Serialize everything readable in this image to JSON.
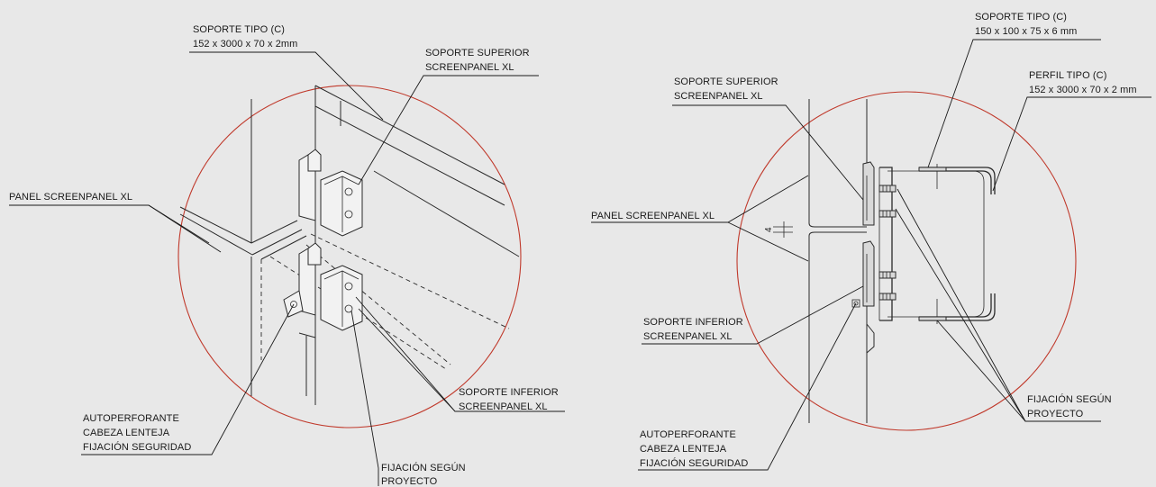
{
  "left_detail": {
    "labels": {
      "soporte_tipo_c_title": "SOPORTE TIPO (C)",
      "soporte_tipo_c_dims": "152 x 3000 x 70 x 2mm",
      "soporte_superior_1": "SOPORTE SUPERIOR",
      "soporte_superior_2": "SCREENPANEL XL",
      "panel": "PANEL SCREENPANEL XL",
      "soporte_inferior_1": "SOPORTE INFERIOR",
      "soporte_inferior_2": "SCREENPANEL XL",
      "autoperforante_1": "AUTOPERFORANTE",
      "autoperforante_2": "CABEZA LENTEJA",
      "autoperforante_3": "FIJACIÓN SEGURIDAD",
      "fijacion_1": "FIJACIÓN SEGÚN",
      "fijacion_2": "PROYECTO"
    }
  },
  "right_detail": {
    "labels": {
      "soporte_tipo_c_title": "SOPORTE TIPO (C)",
      "soporte_tipo_c_dims": "150 x 100 x 75 x 6 mm",
      "perfil_tipo_c_title": "PERFIL TIPO (C)",
      "perfil_tipo_c_dims": "152 x 3000 x 70 x 2 mm",
      "soporte_superior_1": "SOPORTE SUPERIOR",
      "soporte_superior_2": "SCREENPANEL XL",
      "panel": "PANEL SCREENPANEL XL",
      "gap_dimension": "4",
      "soporte_inferior_1": "SOPORTE INFERIOR",
      "soporte_inferior_2": "SCREENPANEL XL",
      "fijacion_1": "FIJACIÓN SEGÚN",
      "fijacion_2": "PROYECTO",
      "autoperforante_1": "AUTOPERFORANTE",
      "autoperforante_2": "CABEZA LENTEJA",
      "autoperforante_3": "FIJACIÓN SEGURIDAD"
    }
  },
  "colors": {
    "background": "#e8e8e8",
    "detail_circle": "#c0392b",
    "linework": "#2a2a2a"
  }
}
